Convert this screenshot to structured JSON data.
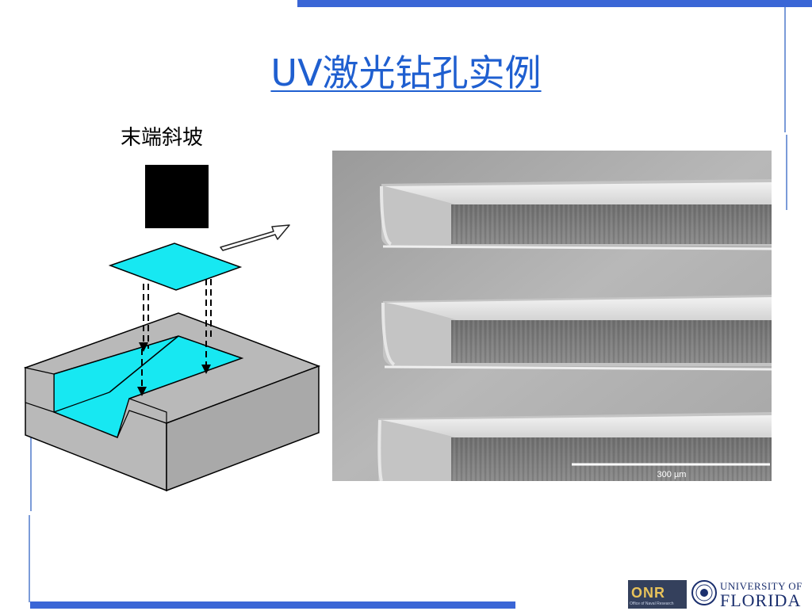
{
  "slide": {
    "title": "UV激光钻孔实例",
    "label": "末端斜坡"
  },
  "diagram": {
    "icon": "laser-ramp-schematic"
  },
  "micrograph": {
    "scale_bar_label": "300 µm"
  },
  "footer": {
    "onr_logo_text": "ONR",
    "onr_caption": "Office of Naval Research",
    "uf_line1": "UNIVERSITY OF",
    "uf_line2": "FLORIDA"
  },
  "colors": {
    "accent_blue": "#3a66d6",
    "title_blue": "#1f5fd0",
    "cyan": "#17e8f2",
    "block_gray": "#b9b9b9"
  }
}
